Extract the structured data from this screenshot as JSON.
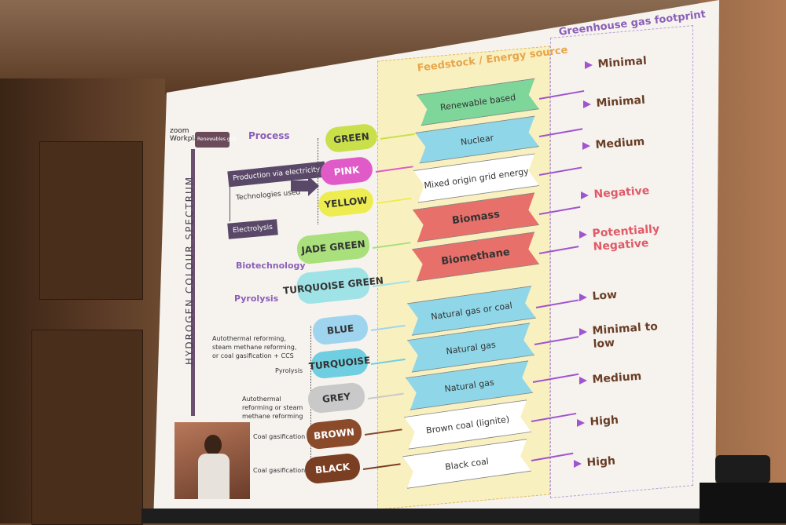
{
  "app": {
    "brand_line1": "zoom",
    "brand_line2": "Workplace"
  },
  "slide": {
    "tag": "Renewables gH2",
    "spectrum_title": "HYDROGEN COLOUR SPECTRUM",
    "headers": {
      "process": "Process",
      "feedstock": "Feedstock / Energy source",
      "ghg": "Greenhouse gas footprint"
    },
    "process": {
      "production_via_electricity": "Production via electricity",
      "technologies_used": "Technologies used",
      "electrolysis": "Electrolysis",
      "biotechnology": "Biotechnology",
      "pyrolysis": "Pyrolysis",
      "autothermal_ccs": "Autothermal reforming, steam methane reforming, or coal gasification + CCS",
      "pyrolysis_small": "Pyrolysis",
      "autothermal": "Autothermal reforming or steam methane reforming",
      "coal_gasification_1": "Coal gasification",
      "coal_gasification_2": "Coal gasification"
    },
    "rows": [
      {
        "color_label": "GREEN",
        "pill_color": "#c9e04a",
        "feedstock": "Renewable based",
        "feed_color": "#7ed69a",
        "ghg": "Minimal",
        "ghg_class": "normal"
      },
      {
        "color_label": "PINK",
        "pill_color": "#e05ac8",
        "feedstock": "Nuclear",
        "feed_color": "#8fd7e8",
        "ghg": "Minimal",
        "ghg_class": "normal"
      },
      {
        "color_label": "YELLOW",
        "pill_color": "#eded52",
        "feedstock": "Mixed origin grid energy",
        "feed_color": "#ffffff",
        "ghg": "Medium",
        "ghg_class": "normal"
      },
      {
        "color_label": "JADE GREEN",
        "pill_color": "#a9e07c",
        "feedstock": "Biomass",
        "feed_color": "#e8706a",
        "ghg": "Negative",
        "ghg_class": "neg"
      },
      {
        "color_label": "TURQUOISE GREEN",
        "pill_color": "#9fe3e6",
        "feedstock": "Biomethane",
        "feed_color": "#e8706a",
        "ghg": "Potentially Negative",
        "ghg_class": "neg"
      },
      {
        "color_label": "BLUE",
        "pill_color": "#9fd4ef",
        "feedstock": "Natural gas or coal",
        "feed_color": "#8fd7e8",
        "ghg": "Low",
        "ghg_class": "normal"
      },
      {
        "color_label": "TURQUOISE",
        "pill_color": "#6fcfe0",
        "feedstock": "Natural gas",
        "feed_color": "#8fd7e8",
        "ghg": "Minimal to low",
        "ghg_class": "normal"
      },
      {
        "color_label": "GREY",
        "pill_color": "#c9c9c9",
        "feedstock": "Natural gas",
        "feed_color": "#8fd7e8",
        "ghg": "Medium",
        "ghg_class": "normal"
      },
      {
        "color_label": "BROWN",
        "pill_color": "#8b4a2a",
        "feedstock": "Brown coal (lignite)",
        "feed_color": "#ffffff",
        "ghg": "High",
        "ghg_class": "normal"
      },
      {
        "color_label": "BLACK",
        "pill_color": "#7a3e22",
        "feedstock": "Black coal",
        "feed_color": "#ffffff",
        "ghg": "High",
        "ghg_class": "normal"
      }
    ]
  }
}
